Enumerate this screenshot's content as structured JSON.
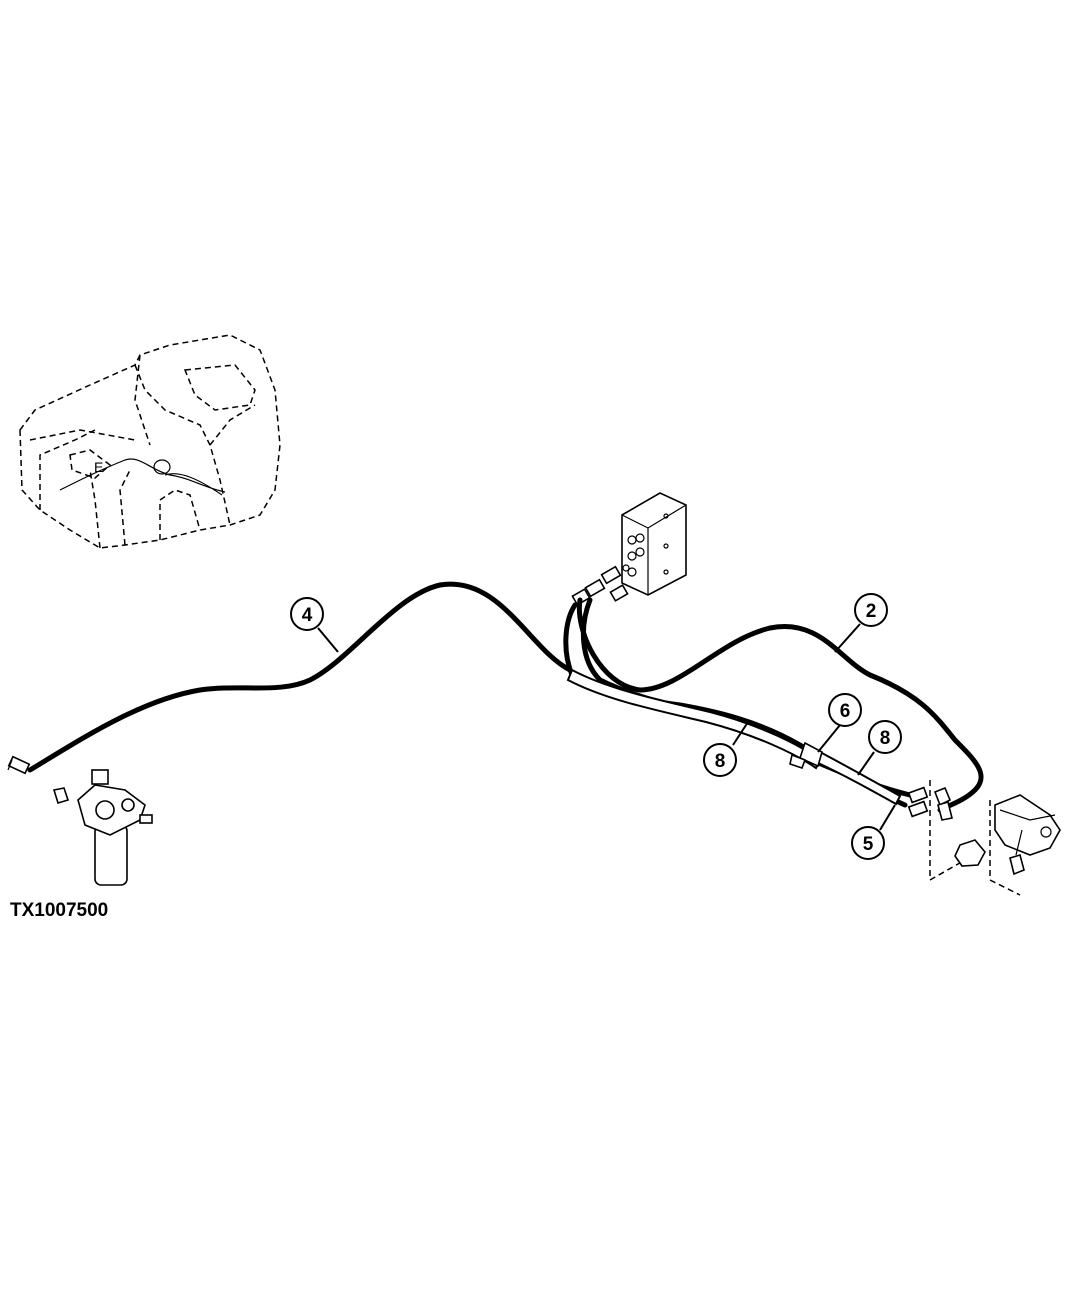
{
  "figure_id": "TX1007500",
  "callouts": [
    {
      "label": "4"
    },
    {
      "label": "2"
    },
    {
      "label": "6"
    },
    {
      "label": "8"
    },
    {
      "label": "8"
    },
    {
      "label": "5"
    }
  ],
  "colors": {
    "line": "#000000",
    "background": "#ffffff"
  }
}
